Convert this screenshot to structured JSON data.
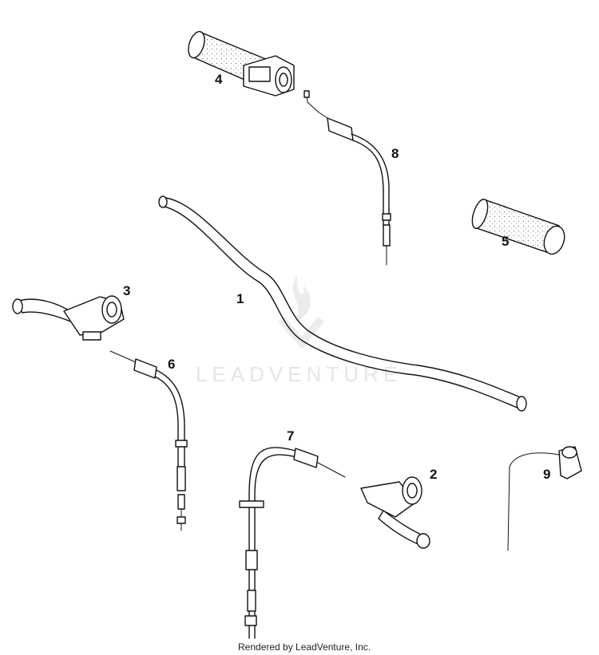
{
  "watermark": "LEADVENTURE",
  "footer": "Rendered by LeadVenture, Inc.",
  "parts": [
    {
      "number": "1",
      "name": "handlebar"
    },
    {
      "number": "2",
      "name": "brake-lever"
    },
    {
      "number": "3",
      "name": "clutch-lever"
    },
    {
      "number": "4",
      "name": "throttle-grip"
    },
    {
      "number": "5",
      "name": "left-grip"
    },
    {
      "number": "6",
      "name": "clutch-cable"
    },
    {
      "number": "7",
      "name": "brake-cable"
    },
    {
      "number": "8",
      "name": "throttle-cable"
    },
    {
      "number": "9",
      "name": "kill-switch"
    }
  ]
}
